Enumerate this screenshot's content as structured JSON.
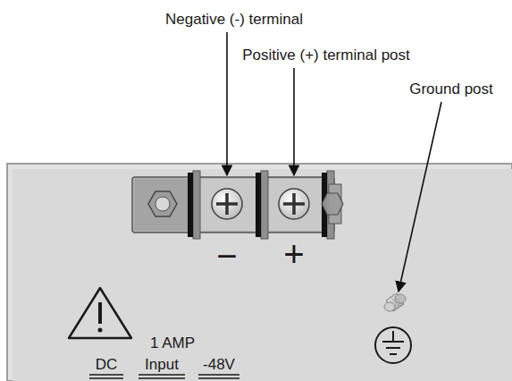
{
  "diagram": {
    "labels": [
      "Negative (-) terminal",
      "Positive (+) terminal post",
      "Ground post",
      "−",
      "+",
      "1 AMP",
      "DC",
      "Input",
      "-48V"
    ]
  }
}
